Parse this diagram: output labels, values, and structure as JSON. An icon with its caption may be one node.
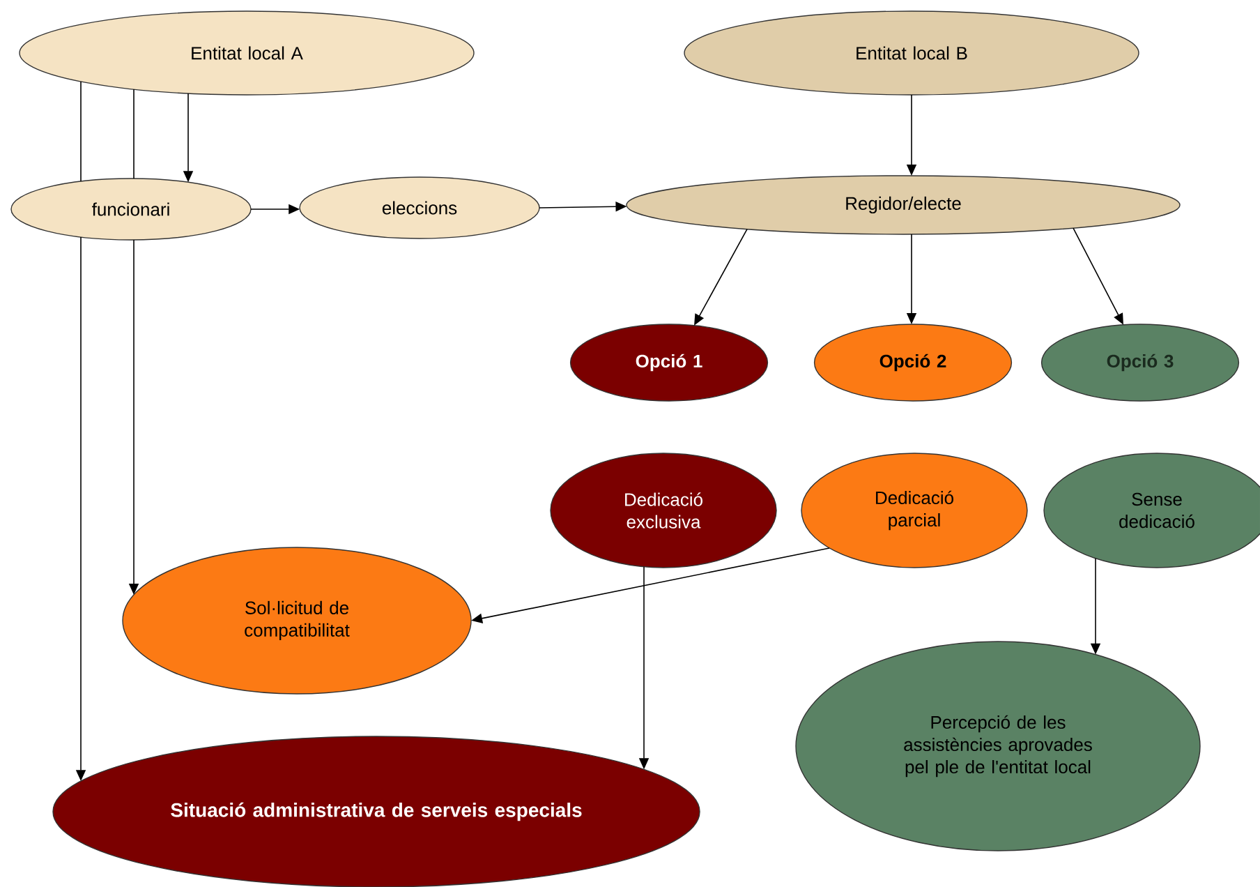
{
  "diagram": {
    "nodes": [
      {
        "text": [
          "Entitat local A"
        ]
      },
      {
        "text": [
          "Entitat local B"
        ]
      },
      {
        "text": [
          "funcionari"
        ]
      },
      {
        "text": [
          "eleccions"
        ]
      },
      {
        "text": [
          "Regidor/electe"
        ]
      },
      {
        "text": [
          "Opció 1"
        ]
      },
      {
        "text": [
          "Opció 2"
        ]
      },
      {
        "text": [
          "Opció 3"
        ]
      },
      {
        "text": [
          "Dedicació exclusiva"
        ]
      },
      {
        "text": [
          "Dedicació parcial"
        ]
      },
      {
        "text": [
          "Sense dedicació"
        ]
      },
      {
        "text": [
          "Sol·licitud de compatibilitat"
        ]
      },
      {
        "text": [
          "Situació administrativa de serveis especials"
        ]
      },
      {
        "text": [
          "Percepció de les assistències aprovades pel ple de l'entitat local"
        ]
      }
    ],
    "edges": [
      {
        "from": 0,
        "to": 2,
        "arrow": "to"
      },
      {
        "from": 0,
        "to": 2,
        "arrow": "none"
      },
      {
        "from": 0,
        "to": 2,
        "arrow": "none"
      },
      {
        "from": 2,
        "to": 3,
        "arrow": "to"
      },
      {
        "from": 3,
        "to": 4,
        "arrow": "to"
      },
      {
        "from": 1,
        "to": 4,
        "arrow": "to"
      },
      {
        "from": 4,
        "to": 5,
        "arrow": "to"
      },
      {
        "from": 4,
        "to": 6,
        "arrow": "to"
      },
      {
        "from": 4,
        "to": 7,
        "arrow": "to"
      },
      {
        "from": 9,
        "to": 11,
        "arrow": "to"
      },
      {
        "from": 8,
        "to": 12,
        "arrow": "to"
      },
      {
        "from": 10,
        "to": 13,
        "arrow": "to"
      },
      {
        "from": 2,
        "to": 11,
        "arrow": "to"
      },
      {
        "from": 2,
        "to": 12,
        "arrow": "to"
      }
    ]
  }
}
